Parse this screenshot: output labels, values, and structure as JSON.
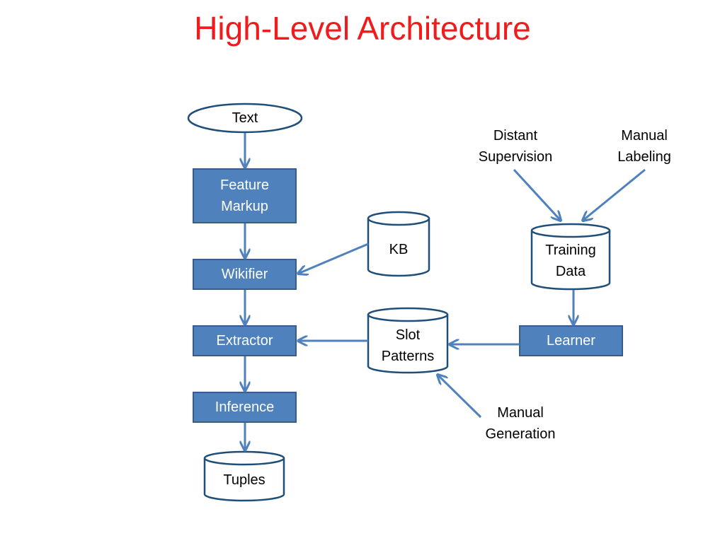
{
  "title": "High-Level Architecture",
  "colors": {
    "box_fill": "#4f81bd",
    "box_stroke": "#385d8a",
    "arrow": "#4f81bd",
    "outline": "#1f4e79",
    "title": "#ee1c1c"
  },
  "nodes": {
    "text": "Text",
    "feature_markup": "Feature\nMarkup",
    "wikifier": "Wikifier",
    "extractor": "Extractor",
    "inference": "Inference",
    "tuples": "Tuples",
    "kb": "KB",
    "slot_patterns": "Slot\nPatterns",
    "learner": "Learner",
    "training_data": "Training\nData",
    "distant_supervision": "Distant\nSupervision",
    "manual_labeling": "Manual\nLabeling",
    "manual_generation": "Manual\nGeneration"
  }
}
